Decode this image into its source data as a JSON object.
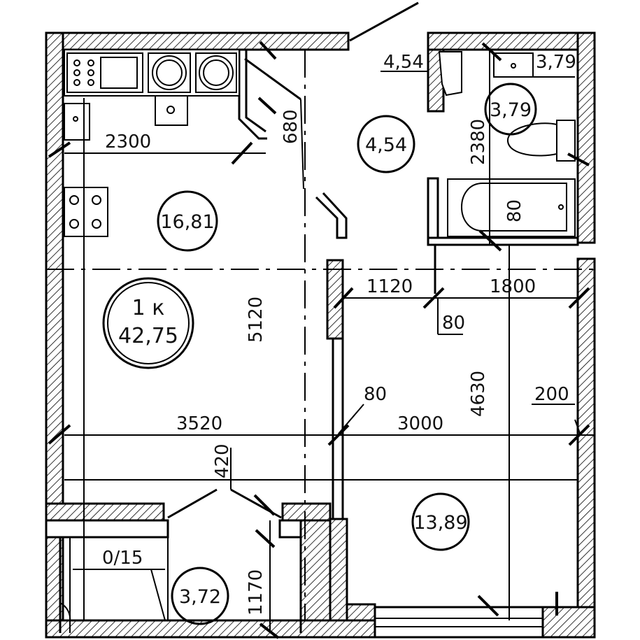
{
  "apartment": {
    "rooms": "1 к",
    "total_area": "42,75"
  },
  "rooms": {
    "kitchen_living": "16,81",
    "hall": "4,54",
    "bathroom": "3,79",
    "bedroom": "13,89",
    "balcony": "3,72"
  },
  "corner_labels": {
    "hall": "4,54",
    "bathroom": "3,79"
  },
  "dimensions": {
    "d2300": "2300",
    "d680": "680",
    "d2380": "2380",
    "d80_bath": "80",
    "d1120": "1120",
    "d1800": "1800",
    "d80_mid": "80",
    "d5120": "5120",
    "d4630": "4630",
    "d80_door": "80",
    "d200": "200",
    "d3520": "3520",
    "d3000": "3000",
    "d420": "420",
    "d0_15": "0/15",
    "d1170": "1170"
  }
}
